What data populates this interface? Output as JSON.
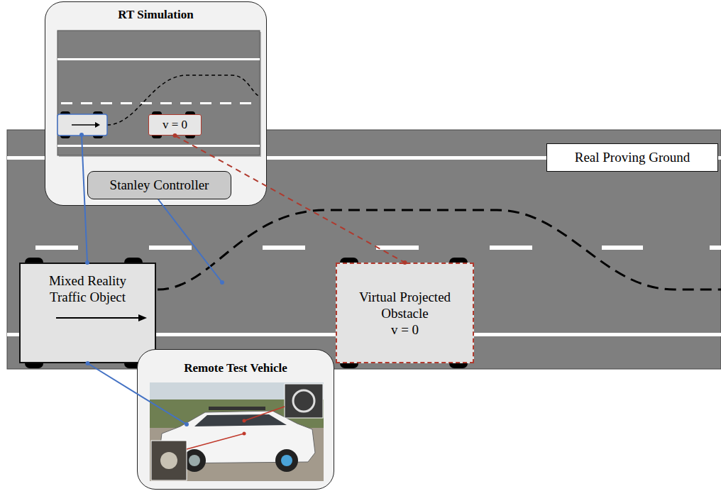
{
  "diagram": {
    "nodes": [
      {
        "text": [
          "RT Simulation"
        ]
      },
      {
        "text": [
          "v = 0"
        ],
        "in": 0
      },
      {
        "text": [
          "Stanley Controller"
        ],
        "in": 0
      },
      {
        "text": [
          "Real Proving Ground"
        ]
      },
      {
        "text": [
          "Mixed Reality Traffic Object"
        ]
      },
      {
        "text": [
          "Virtual Projected Obstacle",
          "v = 0"
        ]
      },
      {
        "text": [
          "Remote Test Vehicle"
        ]
      }
    ],
    "edges": [
      {
        "from": 1,
        "to": 5,
        "arrow": "none"
      },
      {
        "from": 4,
        "to": 6,
        "arrow": "none"
      }
    ]
  }
}
